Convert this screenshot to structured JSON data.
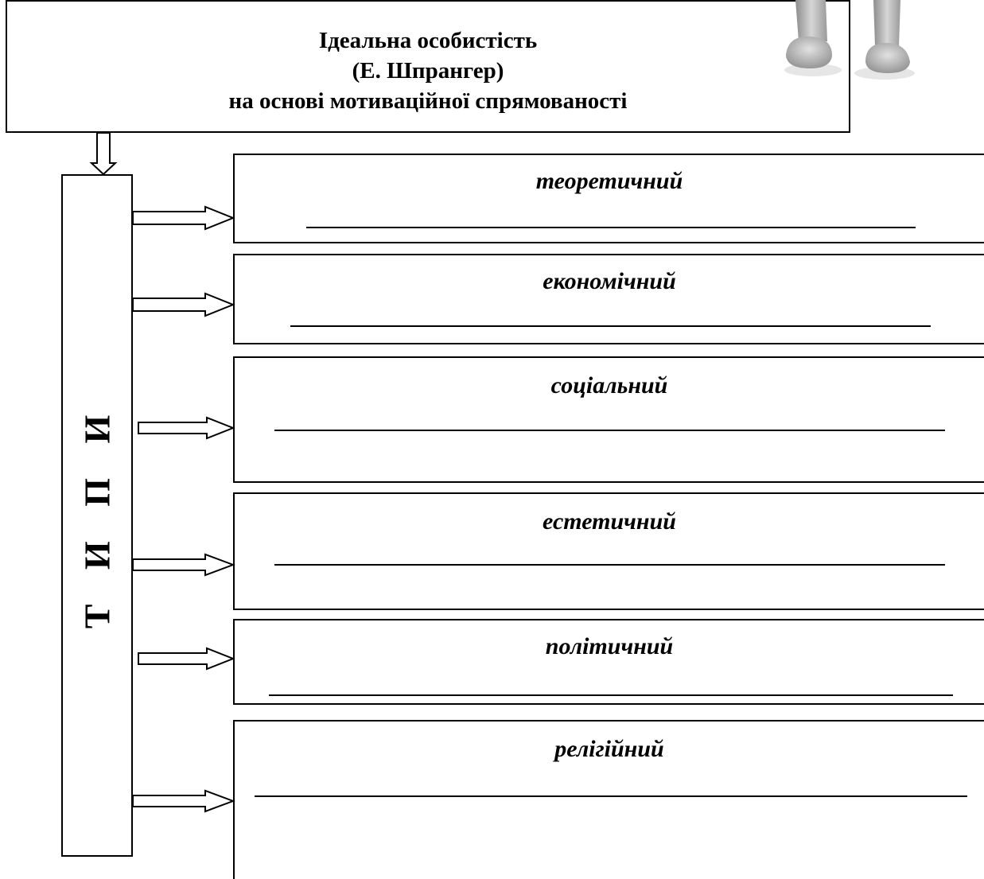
{
  "diagram": {
    "title": {
      "lines": [
        "Ідеальна особистість",
        "(Е. Шпрангер)",
        "на основі мотиваційної спрямованості"
      ]
    },
    "types_label": "Т И П И",
    "types": [
      {
        "name": "теоретичний"
      },
      {
        "name": "економічний"
      },
      {
        "name": "соціальний"
      },
      {
        "name": "естетичний"
      },
      {
        "name": "політичний"
      },
      {
        "name": "релігійний"
      }
    ]
  }
}
